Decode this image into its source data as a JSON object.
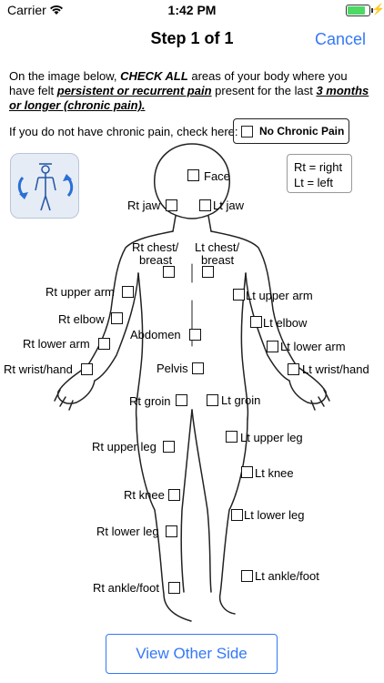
{
  "status_bar": {
    "carrier": "Carrier",
    "time": "1:42 PM",
    "battery_level": 0.9
  },
  "nav": {
    "title": "Step 1 of 1",
    "cancel_label": "Cancel"
  },
  "instructions": {
    "part1": "On the image below, ",
    "check_all": "CHECK ALL",
    "part2": " areas of your body where you have felt ",
    "persistent": "persistent or recurrent pain",
    "part3": " present for the last ",
    "duration": "3 months or longer (chronic pain).",
    "no_chronic_prompt": "If you do not have chronic pain, check here:",
    "no_chronic_label": "No Chronic Pain"
  },
  "legend": {
    "rt": "Rt = right",
    "lt": "Lt = left"
  },
  "regions": {
    "face": "Face",
    "rt_jaw": "Rt jaw",
    "lt_jaw": "Lt jaw",
    "rt_chest_1": "Rt chest/",
    "rt_chest_2": "breast",
    "lt_chest_1": "Lt chest/",
    "lt_chest_2": "breast",
    "rt_upper_arm": "Rt upper arm",
    "lt_upper_arm": "Lt upper arm",
    "rt_elbow": "Rt elbow",
    "lt_elbow": "Lt elbow",
    "abdomen": "Abdomen",
    "rt_lower_arm": "Rt lower arm",
    "lt_lower_arm": "Lt lower arm",
    "pelvis": "Pelvis",
    "rt_wrist_hand": "Rt wrist/hand",
    "lt_wrist_hand": "Lt wrist/hand",
    "rt_groin": "Rt groin",
    "lt_groin": "Lt groin",
    "lt_upper_leg": "Lt upper leg",
    "rt_upper_leg": "Rt upper leg",
    "lt_knee": "Lt knee",
    "rt_knee": "Rt knee",
    "lt_lower_leg": "Lt lower leg",
    "rt_lower_leg": "Rt lower leg",
    "lt_ankle_foot": "Lt ankle/foot",
    "rt_ankle_foot": "Rt ankle/foot"
  },
  "view_other_side_label": "View Other Side",
  "colors": {
    "accent": "#3478f6",
    "battery": "#4cd964"
  }
}
